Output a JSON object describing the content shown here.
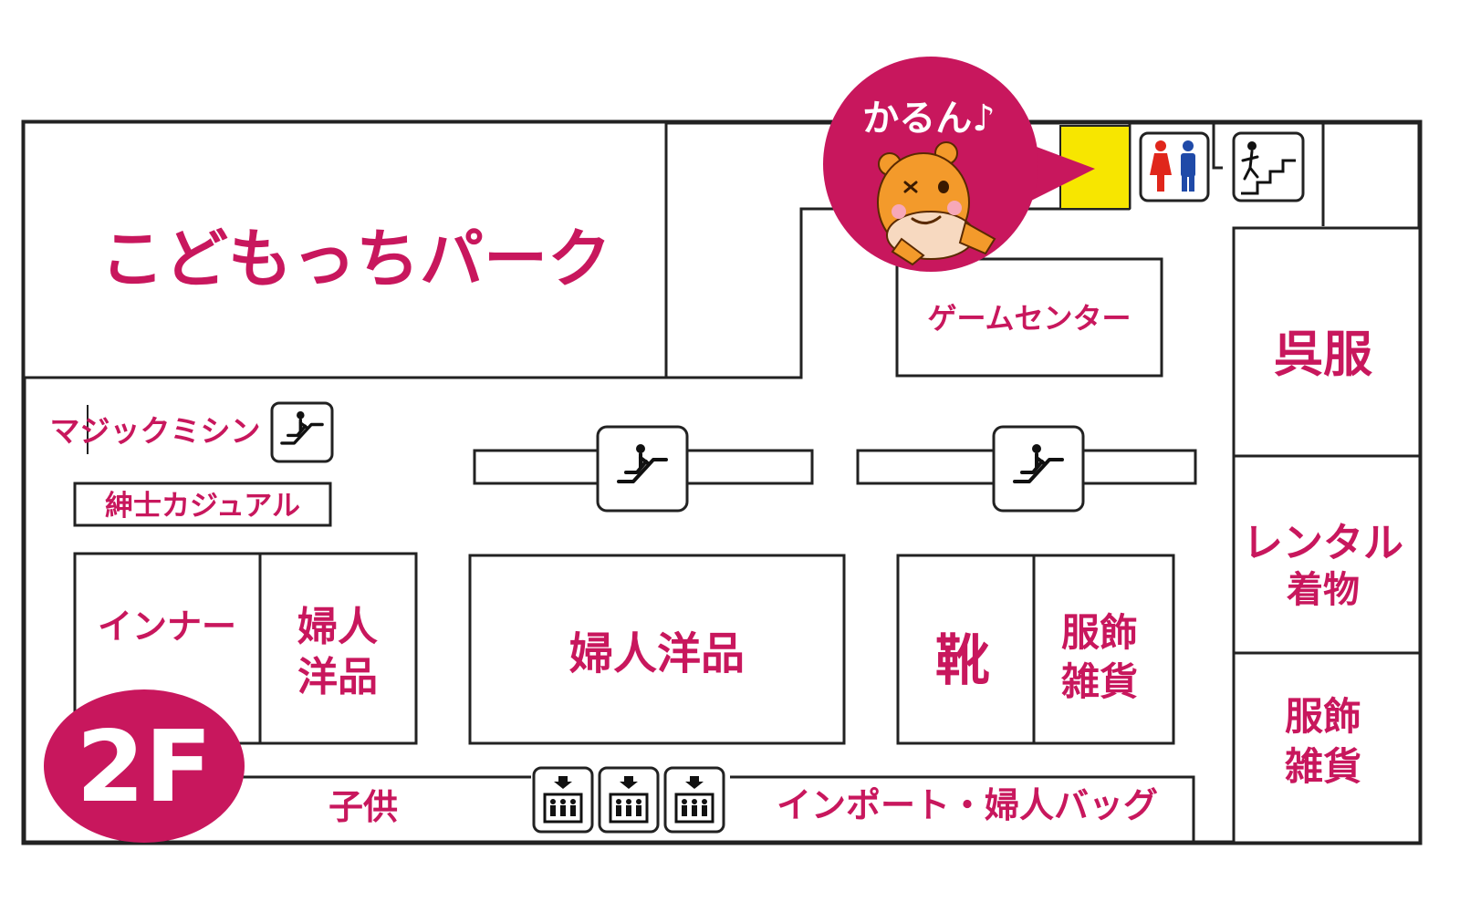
{
  "floor_badge": "2F",
  "speech_bubble": "かるん♪",
  "colors": {
    "accent": "#c8175d",
    "highlight": "#f7e600",
    "mascot": "#f39a2b",
    "restroom_female": "#e0261b",
    "restroom_male": "#1f4aa8"
  },
  "stores": {
    "kids_park": "こどもっちパーク",
    "game_center": "ゲームセンター",
    "kimono": "呉服",
    "rental_kimono_1": "レンタル",
    "rental_kimono_2": "着物",
    "accessories_right_1": "服飾",
    "accessories_right_2": "雑貨",
    "magic_mishin": "マジックミシン",
    "mens_casual": "紳士カジュアル",
    "inner": "インナー",
    "ladies_small_1": "婦人",
    "ladies_small_2": "洋品",
    "ladies_main": "婦人洋品",
    "shoes": "靴",
    "accessories_mid_1": "服飾",
    "accessories_mid_2": "雑貨",
    "kids": "子供",
    "import_bags": "インポート・婦人バッグ"
  },
  "icons": {
    "escalator": "escalator-icon",
    "elevator": "elevator-icon",
    "restroom": "restroom-icon",
    "stairs": "stairs-icon",
    "mascot": "hippo-mascot-icon"
  }
}
